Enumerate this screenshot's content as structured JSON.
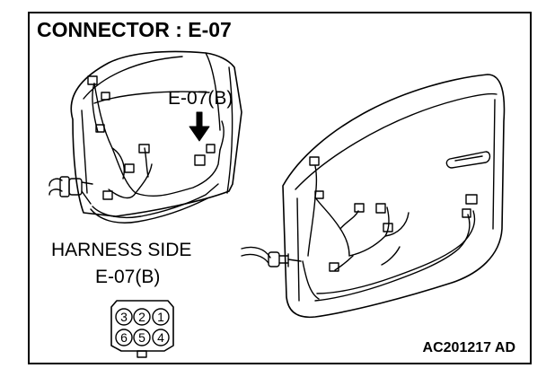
{
  "diagram": {
    "title": "CONNECTOR : E-07",
    "callout_label": "E-07(B)",
    "harness_side_label": "HARNESS SIDE",
    "harness_connector_label": "E-07(B)",
    "pins_top": [
      "3",
      "2",
      "1"
    ],
    "pins_bottom": [
      "6",
      "5",
      "4"
    ],
    "figure_code": "AC201217 AD"
  }
}
